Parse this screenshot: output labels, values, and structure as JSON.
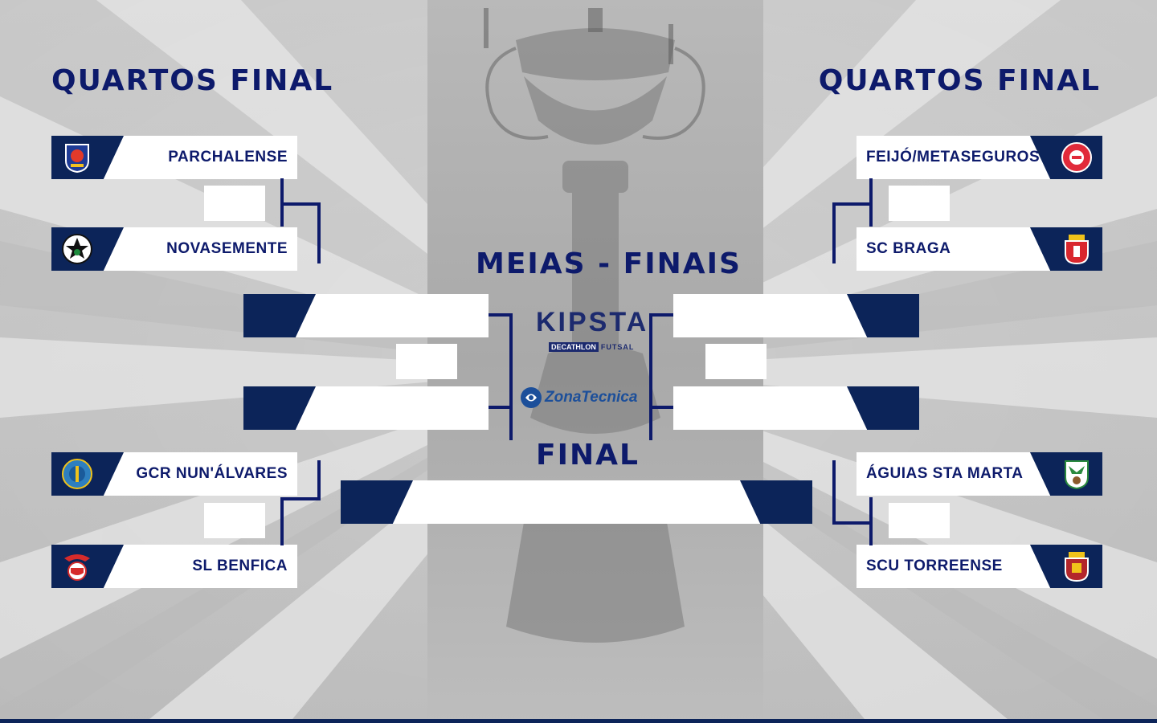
{
  "headings": {
    "left_quarters": "QUARTOS FINAL",
    "right_quarters": "QUARTOS FINAL",
    "semis": "MEIAS - FINAIS",
    "final": "FINAL"
  },
  "left_teams": [
    {
      "name": "PARCHALENSE",
      "crest": "parchalense-crest"
    },
    {
      "name": "NOVASEMENTE",
      "crest": "novasemente-crest"
    },
    {
      "name": "GCR NUN'ÁLVARES",
      "crest": "nunalvares-crest"
    },
    {
      "name": "SL BENFICA",
      "crest": "benfica-crest"
    }
  ],
  "right_teams": [
    {
      "name": "FEIJÓ/METASEGUROS",
      "crest": "feijo-crest"
    },
    {
      "name": "SC BRAGA",
      "crest": "braga-crest"
    },
    {
      "name": "ÁGUIAS STA MARTA",
      "crest": "aguias-crest"
    },
    {
      "name": "SCU TORREENSE",
      "crest": "torreense-crest"
    }
  ],
  "sponsors": {
    "kipsta": "KIPSTA",
    "decathlon": "DECATHLON",
    "futsal": "FUTSAL",
    "zona": "ZonaTecnica"
  },
  "colors": {
    "navy": "#0c2459",
    "title_blue": "#0d1a6b",
    "white": "#ffffff"
  }
}
